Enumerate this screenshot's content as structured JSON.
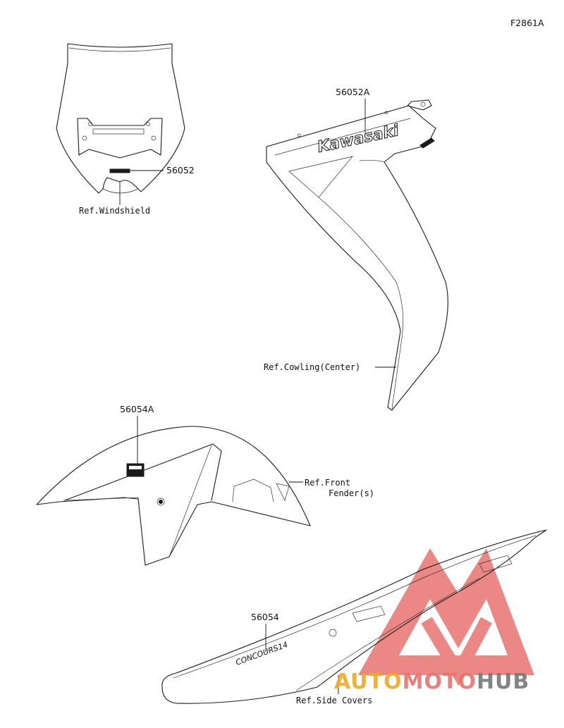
{
  "diagram": {
    "figure_id": "F2861A",
    "callouts": {
      "windshield_decal": "56052",
      "cowling_emblem": "56052A",
      "fender_decal": "56054A",
      "side_cover_decal": "56054"
    },
    "references": {
      "windshield": "Ref.Windshield",
      "cowling": "Ref.Cowling(Center)",
      "front_fender_line1": "Ref.Front",
      "front_fender_line2": "Fender(s)",
      "side_covers": "Ref.Side Covers"
    },
    "emblem_text": "Kawasaki",
    "side_cover_emblem_text": "CONCOURS14"
  },
  "watermark": {
    "part1": "AUTO",
    "part2": "MOTO",
    "part3": "HUB",
    "color_red": "#e8736f",
    "color_orange": "#f0a826",
    "color_gray": "#777777"
  }
}
